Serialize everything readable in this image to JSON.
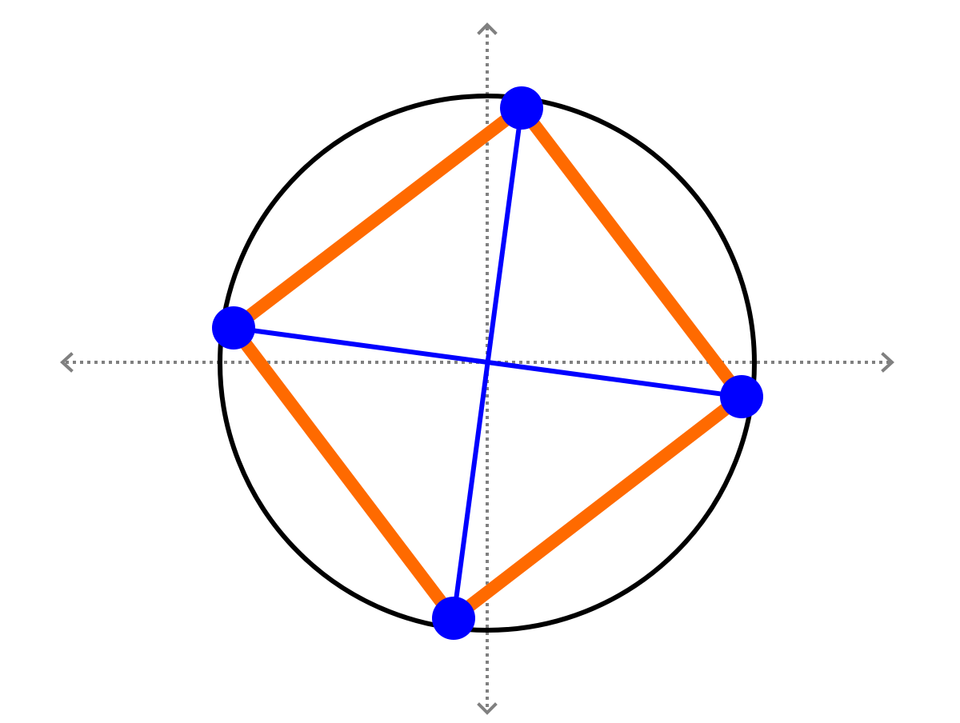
{
  "diagram": {
    "description_free": true,
    "colors": {
      "background": "#ffffff",
      "axes": "#808080",
      "circle": "#000000",
      "quadrilateral": "#ff6a00",
      "diagonals": "#0000ff",
      "points": "#0000ff"
    },
    "axes": {
      "style": "dotted",
      "arrowheads": "both-ends"
    },
    "circle": {
      "style": "solid"
    },
    "quadrilateral": {
      "vertex_order": [
        "top",
        "right",
        "bottom",
        "left"
      ]
    },
    "diagonals": [
      [
        "top",
        "bottom"
      ],
      [
        "left",
        "right"
      ]
    ],
    "points": [
      "top",
      "right",
      "bottom",
      "left"
    ]
  }
}
